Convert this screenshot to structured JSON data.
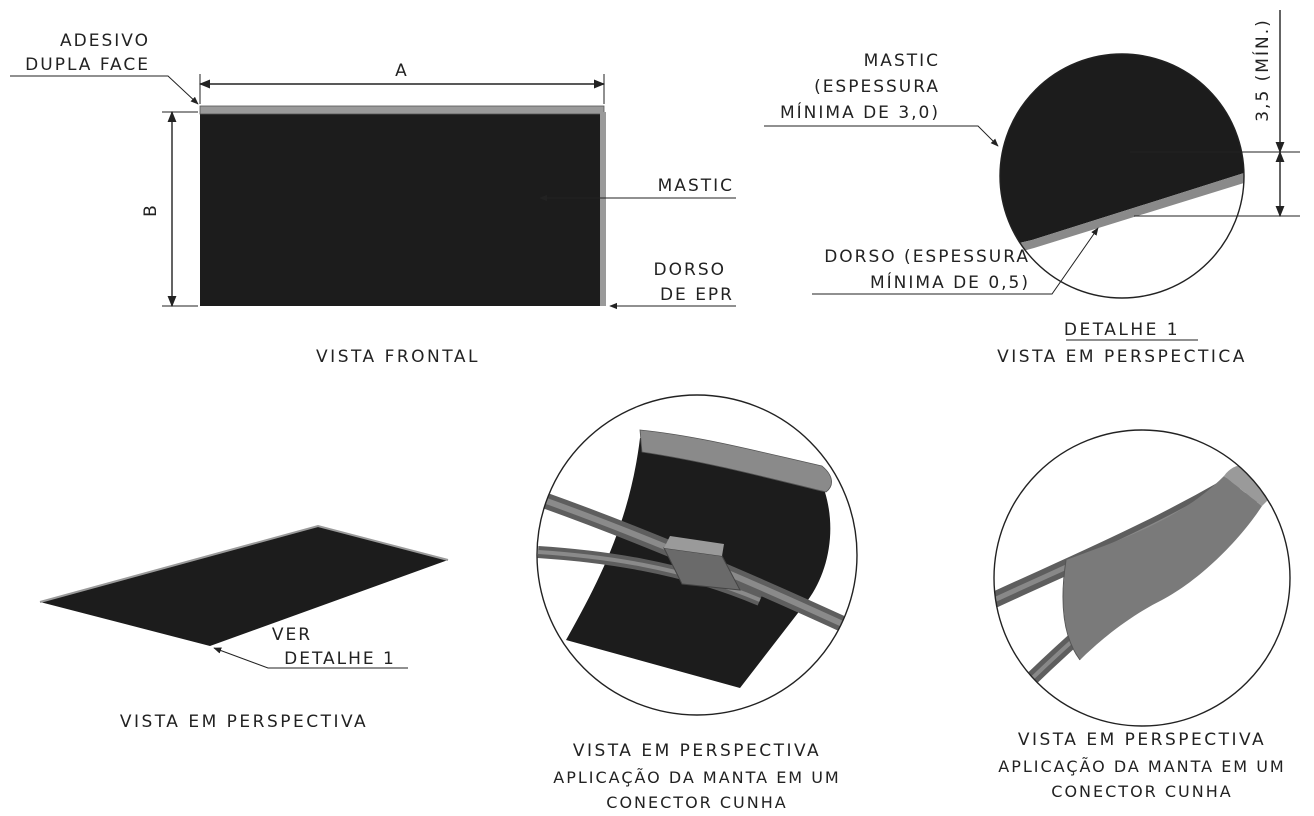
{
  "front_view": {
    "adhesive_label_1": "ADESIVO",
    "adhesive_label_2": "DUPLA FACE",
    "dim_a": "A",
    "dim_b": "B",
    "mastic_label": "MASTIC",
    "back_label_1": "DORSO",
    "back_label_2": "DE EPR",
    "caption": "VISTA FRONTAL"
  },
  "detail_view": {
    "mastic_1": "MASTIC",
    "mastic_2": "(ESPESSURA",
    "mastic_3": "MÍNIMA DE 3,0)",
    "thickness": "3,5 (MÍN.)",
    "back_1": "DORSO (ESPESSURA",
    "back_2": "MÍNIMA DE 0,5)",
    "title": "DETALHE 1",
    "caption": "VISTA EM PERSPECTICA"
  },
  "perspective_view": {
    "ref_1": "VER",
    "ref_2": "DETALHE 1",
    "caption": "VISTA EM PERSPECTIVA"
  },
  "application_view_1": {
    "caption_1": "VISTA EM PERSPECTIVA",
    "caption_2": "APLICAÇÃO DA MANTA EM UM",
    "caption_3": "CONECTOR CUNHA"
  },
  "application_view_2": {
    "caption_1": "VISTA EM PERSPECTIVA",
    "caption_2": "APLICAÇÃO DA MANTA EM UM",
    "caption_3": "CONECTOR CUNHA"
  },
  "colors": {
    "mastic": "#1c1c1c",
    "backing": "#8a8a8a",
    "cable": "#6e6e6e",
    "sleeve": "#7a7a7a"
  }
}
